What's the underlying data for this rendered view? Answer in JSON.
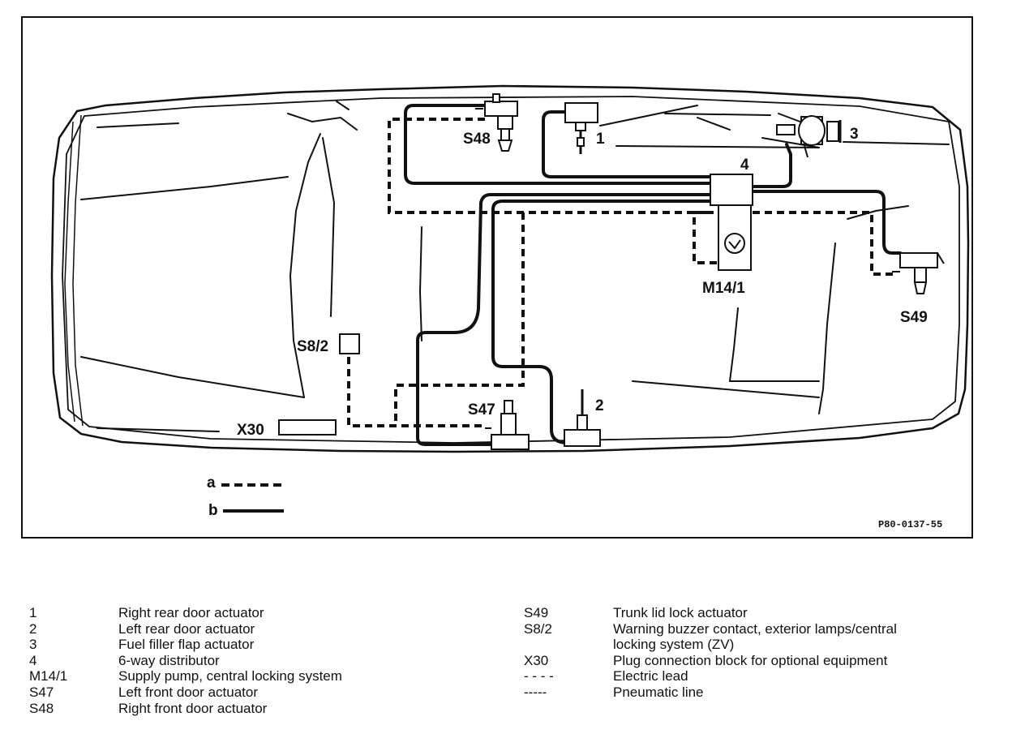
{
  "diagram": {
    "labels": {
      "s48": "S48",
      "n1": "1",
      "n3": "3",
      "n4": "4",
      "m14": "M14/1",
      "s49": "S49",
      "s82": "S8/2",
      "s47": "S47",
      "n2": "2",
      "x30": "X30",
      "a": "a",
      "b": "b"
    },
    "figure_code": "P80-0137-55"
  },
  "legend": {
    "left": [
      {
        "key": "1",
        "text": "Right rear door actuator"
      },
      {
        "key": "2",
        "text": "Left rear door actuator"
      },
      {
        "key": "3",
        "text": "Fuel filler flap actuator"
      },
      {
        "key": "4",
        "text": "6-way distributor"
      },
      {
        "key": "M14/1",
        "text": "Supply pump, central locking system"
      },
      {
        "key": "S47",
        "text": "Left front door actuator"
      },
      {
        "key": "S48",
        "text": "Right front door actuator"
      }
    ],
    "right": [
      {
        "key": "S49",
        "text": "Trunk lid lock actuator"
      },
      {
        "key": "S8/2",
        "text": "Warning buzzer contact, exterior lamps/central"
      },
      {
        "key": "",
        "text": "locking system (ZV)"
      },
      {
        "key": "X30",
        "text": "Plug connection block for optional equipment"
      },
      {
        "key": "- - - -",
        "text": "Electric lead"
      },
      {
        "key": "-----",
        "text": "Pneumatic line"
      }
    ]
  }
}
